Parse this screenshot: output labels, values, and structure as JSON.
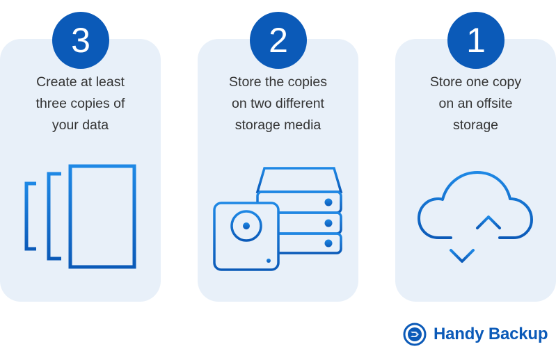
{
  "steps": [
    {
      "number": "3",
      "lines": [
        "Create at least",
        "three copies of",
        "your data"
      ],
      "icon": "copies-icon"
    },
    {
      "number": "2",
      "lines": [
        "Store the copies",
        "on two different",
        "storage media"
      ],
      "icon": "storage-drives-icon"
    },
    {
      "number": "1",
      "lines": [
        "Store one copy",
        "on an offsite",
        "storage"
      ],
      "icon": "cloud-sync-icon"
    }
  ],
  "brand": {
    "name": "Handy Backup",
    "icon": "handy-backup-logo-icon"
  },
  "colors": {
    "accent": "#0b5ab8",
    "card": "#e8f0f9",
    "text": "#333333",
    "icon_light": "#1e88e5"
  }
}
